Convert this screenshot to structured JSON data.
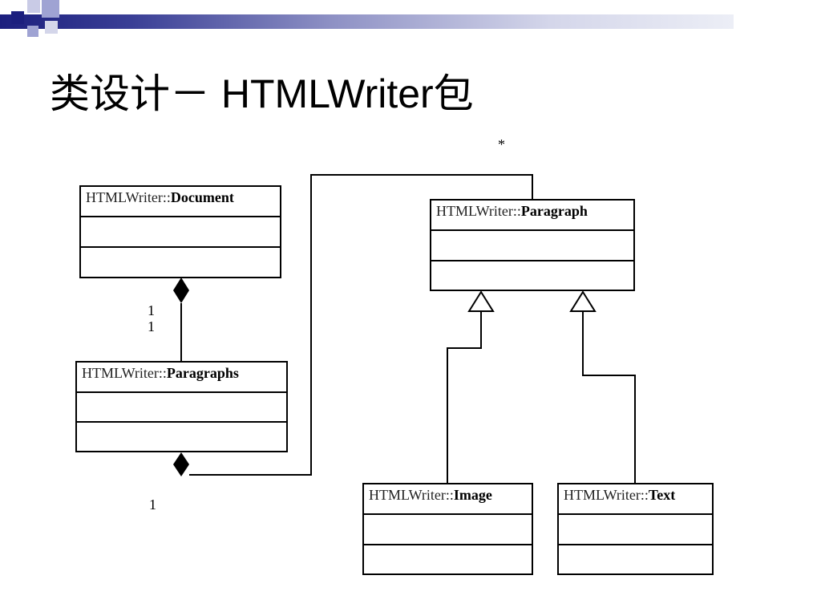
{
  "title": "类设计－ HTMLWriter包",
  "classes": {
    "document": {
      "prefix": "HTMLWriter::",
      "name": "Document"
    },
    "paragraphs": {
      "prefix": "HTMLWriter::",
      "name": "Paragraphs"
    },
    "paragraph": {
      "prefix": "HTMLWriter::",
      "name": "Paragraph"
    },
    "image": {
      "prefix": "HTMLWriter::",
      "name": "Image"
    },
    "text": {
      "prefix": "HTMLWriter::",
      "name": "Text"
    }
  },
  "multiplicities": {
    "doc_end_1": "1",
    "doc_end_2": "1",
    "paragraphs_end": "1",
    "paragraph_end": "*"
  },
  "colors": {
    "header_dark": "#1c1f7e",
    "header_light": "#eceef6",
    "square_navy": "#1c1f7e",
    "square_lavender": "#9fa3d3"
  }
}
